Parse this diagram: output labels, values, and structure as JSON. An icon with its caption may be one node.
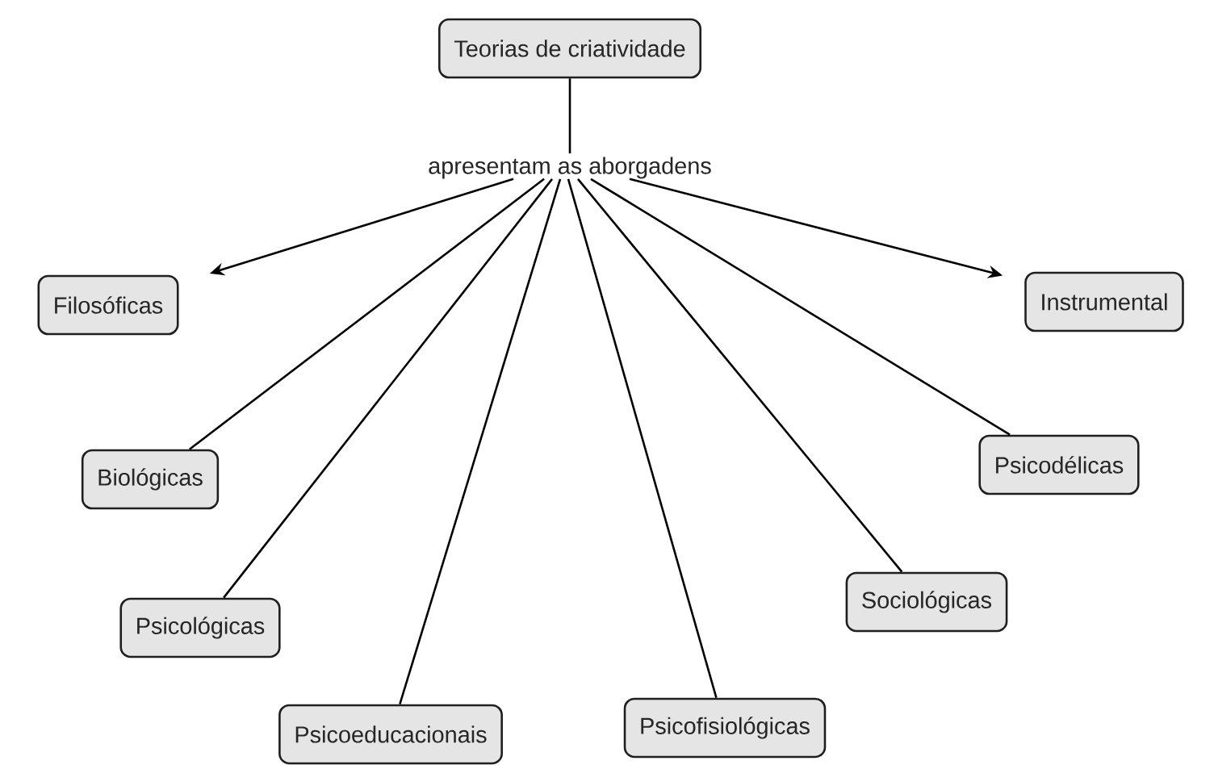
{
  "diagram": {
    "nodes": [
      {
        "text": [
          "Teorias de criatividade"
        ]
      },
      {
        "text": [
          "apresentam as aborgadens"
        ]
      },
      {
        "text": [
          "Filosóficas"
        ]
      },
      {
        "text": [
          "Instrumental"
        ]
      },
      {
        "text": [
          "Biológicas"
        ]
      },
      {
        "text": [
          "Psicodélicas"
        ]
      },
      {
        "text": [
          "Sociológicas"
        ]
      },
      {
        "text": [
          "Psicológicas"
        ]
      },
      {
        "text": [
          "Psicofisiológicas"
        ]
      },
      {
        "text": [
          "Psicoeducacionais"
        ]
      }
    ],
    "edges": [
      {
        "from": 0,
        "to": 1,
        "arrow": "none"
      },
      {
        "from": 1,
        "to": 2,
        "arrow": "to"
      },
      {
        "from": 1,
        "to": 4,
        "arrow": "none"
      },
      {
        "from": 1,
        "to": 7,
        "arrow": "none"
      },
      {
        "from": 1,
        "to": 9,
        "arrow": "none"
      },
      {
        "from": 1,
        "to": 8,
        "arrow": "none"
      },
      {
        "from": 1,
        "to": 6,
        "arrow": "none"
      },
      {
        "from": 1,
        "to": 5,
        "arrow": "none"
      },
      {
        "from": 1,
        "to": 3,
        "arrow": "to"
      }
    ]
  }
}
